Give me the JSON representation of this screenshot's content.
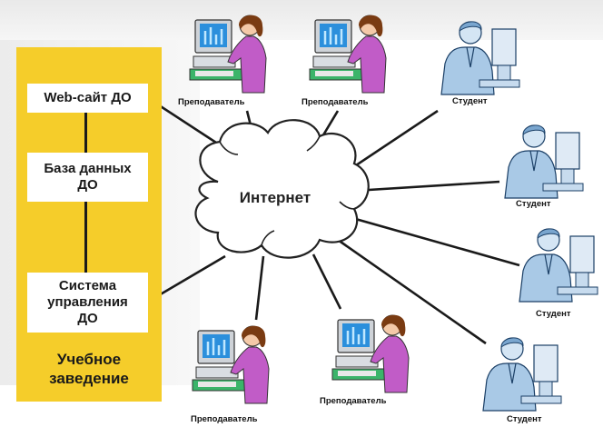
{
  "institution": {
    "label": "Учебное\nзаведение",
    "boxes": [
      {
        "id": "website",
        "text": "Web-сайт ДО"
      },
      {
        "id": "database",
        "text": "База данных\nДО"
      },
      {
        "id": "lms",
        "text": "Система\nуправления\nДО"
      }
    ]
  },
  "cloud": {
    "label": "Интернет"
  },
  "teachers": [
    {
      "caption": "Преподаватель"
    },
    {
      "caption": "Преподаватель"
    },
    {
      "caption": "Преподаватель"
    },
    {
      "caption": "Преподаватель"
    }
  ],
  "students": [
    {
      "caption": "Студент"
    },
    {
      "caption": "Студент"
    },
    {
      "caption": "Студент"
    },
    {
      "caption": "Студент"
    }
  ],
  "colors": {
    "panel": "#f5cd2a",
    "teacher_shirt": "#c15cc7",
    "student_tint": "#9fc3e3",
    "line": "#1a1a1a"
  }
}
